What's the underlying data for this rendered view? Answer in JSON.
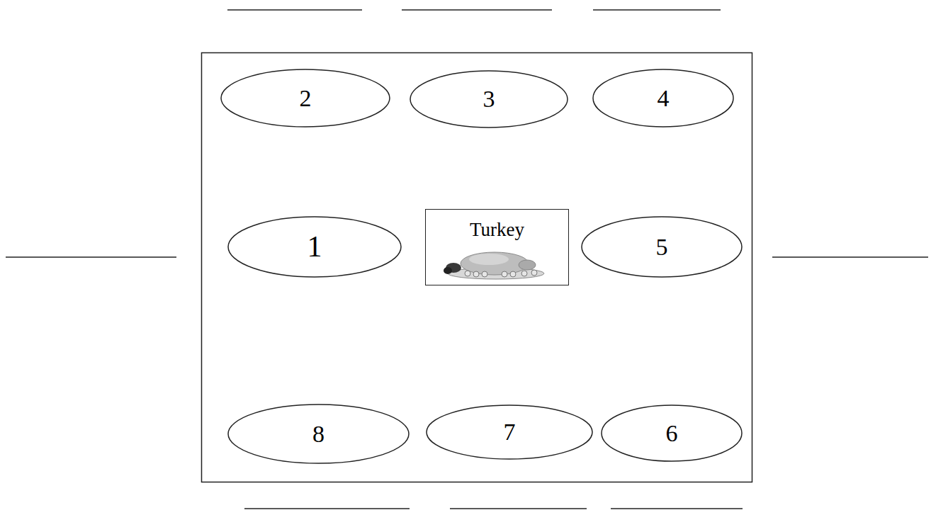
{
  "diagram": {
    "nodes": [
      {
        "text": [
          "2"
        ]
      },
      {
        "text": [
          "3"
        ]
      },
      {
        "text": [
          "4"
        ]
      },
      {
        "text": [
          "1"
        ]
      },
      {
        "text": [
          "Turkey"
        ]
      },
      {
        "text": [
          "5"
        ]
      },
      {
        "text": [
          "8"
        ]
      },
      {
        "text": [
          "7"
        ]
      },
      {
        "text": [
          "6"
        ]
      }
    ]
  }
}
